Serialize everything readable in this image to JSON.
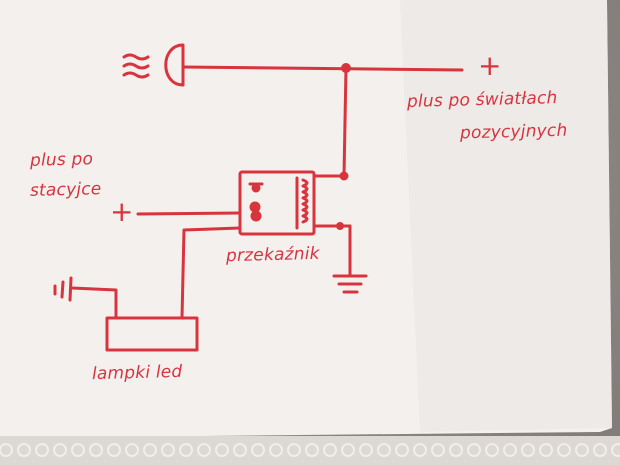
{
  "colors": {
    "ink": "#d8343e",
    "paper": "#f3f0ee",
    "background": "#8f8a86",
    "doily": "#e9e6e3"
  },
  "labels": {
    "plus_top": "+",
    "plus_left": "+",
    "plus_lights_line1": "plus po światłach",
    "plus_lights_line2": "pozycyjnych",
    "plus_ignition_line1": "plus po",
    "plus_ignition_line2": "stacyjce",
    "relay": "przekaźnik",
    "led_lamps": "lampki led"
  },
  "icons": {
    "headlight": "headlight-icon",
    "ground_right": "ground-icon",
    "ground_left": "ground-icon",
    "relay": "relay-icon",
    "led_bar": "led-bar-icon"
  }
}
